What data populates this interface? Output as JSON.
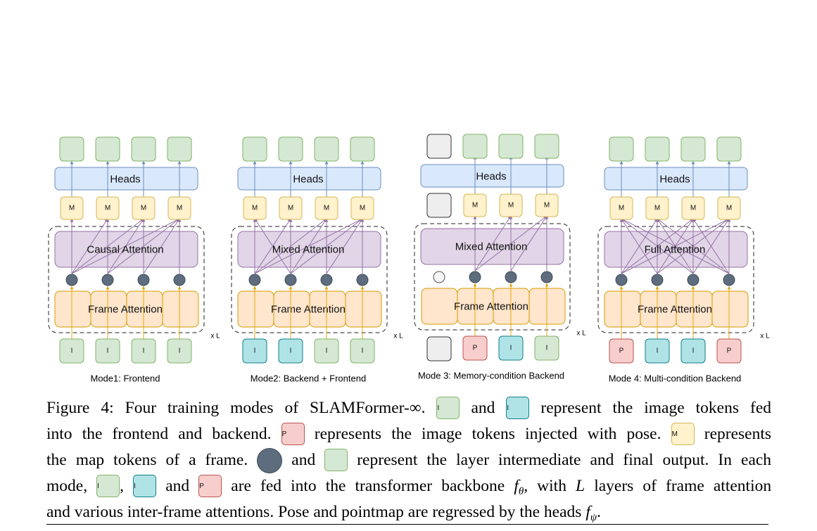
{
  "colors": {
    "green_fill": "#d5e8d4",
    "green_stroke": "#82b366",
    "cyan_fill": "#b0e3e6",
    "cyan_stroke": "#0e8088",
    "red_fill": "#f8cecc",
    "red_stroke": "#b85450",
    "yellow_fill": "#fff2cc",
    "yellow_stroke": "#d6b656",
    "heads_fill": "#dae8fc",
    "heads_stroke": "#6c8ebf",
    "attn_fill": "#e1d5e7",
    "attn_stroke": "#9673a6",
    "frame_fill": "#ffe6cc",
    "frame_stroke": "#d79b00",
    "gray_fill": "#eeeeee",
    "dot_fill": "#5d6d7e",
    "arrow_orange": "#e6a817",
    "arrow_blue": "#6c8ebf",
    "arrow_purple": "#9673a6"
  },
  "panels": [
    {
      "mode_label": "Mode1: Frontend",
      "heads": "Heads",
      "attention": "Causal Attention",
      "frame": "Frame Attention",
      "repeat": "x L",
      "map_tokens": [
        "M",
        "M",
        "M",
        "M"
      ],
      "input_tokens": [
        {
          "label": "I",
          "kind": "green"
        },
        {
          "label": "I",
          "kind": "green"
        },
        {
          "label": "I",
          "kind": "green"
        },
        {
          "label": "I",
          "kind": "green"
        }
      ]
    },
    {
      "mode_label": "Mode2: Backend + Frontend",
      "heads": "Heads",
      "attention": "Mixed Attention",
      "frame": "Frame Attention",
      "repeat": "x L",
      "map_tokens": [
        "M",
        "M",
        "M",
        "M"
      ],
      "input_tokens": [
        {
          "label": "I",
          "kind": "cyan"
        },
        {
          "label": "I",
          "kind": "cyan"
        },
        {
          "label": "I",
          "kind": "green"
        },
        {
          "label": "I",
          "kind": "green"
        }
      ]
    },
    {
      "mode_label": "Mode 3: Memory-condition Backend",
      "heads": "Heads",
      "attention": "Mixed Attention",
      "frame": "Frame Attention",
      "repeat": "x L",
      "map_tokens": [
        "M",
        "M",
        "M"
      ],
      "input_tokens": [
        {
          "label": "P",
          "kind": "red"
        },
        {
          "label": "I",
          "kind": "cyan"
        },
        {
          "label": "I",
          "kind": "green"
        }
      ]
    },
    {
      "mode_label": "Mode 4: Multi-condition Backend",
      "heads": "Heads",
      "attention": "Full Attention",
      "frame": "Frame Attention",
      "repeat": "x L",
      "map_tokens": [
        "M",
        "M",
        "M",
        "M"
      ],
      "input_tokens": [
        {
          "label": "P",
          "kind": "red"
        },
        {
          "label": "I",
          "kind": "cyan"
        },
        {
          "label": "I",
          "kind": "cyan"
        },
        {
          "label": "P",
          "kind": "red"
        }
      ]
    }
  ],
  "caption": {
    "l1_a": "Figure 4:  Four training modes of SLAMFormer-∞.",
    "l1_tok1": "I",
    "l1_b": "and",
    "l1_tok2": "I",
    "l1_c": "represent the image tokens fed",
    "l2_a": "into the frontend and backend.",
    "l2_tok": "P",
    "l2_b": "represents the image tokens injected with pose.",
    "l2_tok2": "M",
    "l2_c": "represents",
    "l3_a": "the map tokens of a frame.",
    "l3_b": "and",
    "l3_c": "represent the layer intermediate and final output.  In each",
    "l4_a": "mode,",
    "l4_tok1": "I",
    "l4_comma": ",",
    "l4_tok2": "I",
    "l4_b": "and",
    "l4_tok3": "P",
    "l4_c": "are fed into the transformer backbone",
    "l4_f": "f",
    "l4_theta": "θ",
    "l4_d": ", with",
    "l4_L": "L",
    "l4_e": "layers of frame attention",
    "l5_a": "and various inter-frame attentions. Pose and pointmap are regressed by the heads",
    "l5_f": "f",
    "l5_psi": "ψ",
    "l5_end": "."
  }
}
